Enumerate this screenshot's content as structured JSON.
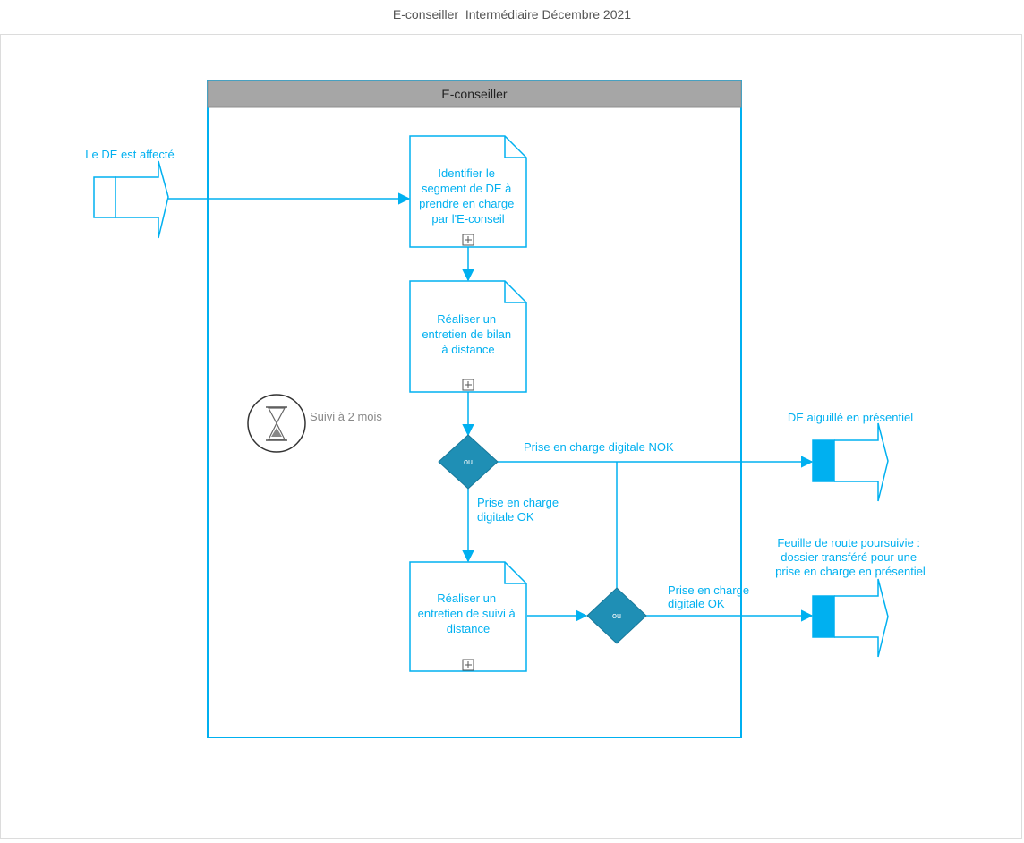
{
  "page": {
    "title": "E-conseiller_Intermédiaire Décembre 2021"
  },
  "colors": {
    "accent": "#00b0f0",
    "gateway": "#1f8fb5",
    "lane_header": "#a6a6a6"
  },
  "lane": {
    "title": "E-conseiller"
  },
  "inputs": {
    "start": "Le DE est affecté"
  },
  "tasks": {
    "identify": [
      "Identifier le",
      "segment de DE à",
      "prendre en charge",
      "par l'E-conseil"
    ],
    "bilan": [
      "Réaliser un",
      "entretien de bilan",
      "à distance"
    ],
    "suivi": [
      "Réaliser un",
      "entretien de suivi à",
      "distance"
    ]
  },
  "gateways": {
    "g1": "ou",
    "g2": "ou"
  },
  "timer": {
    "icon": "hourglass-icon",
    "label": "Suivi à 2 mois"
  },
  "flows": {
    "nok": "Prise en charge digitale NOK",
    "ok1": [
      "Prise en charge",
      "digitale OK"
    ],
    "ok2": [
      "Prise en charge",
      "digitale OK"
    ]
  },
  "outputs": {
    "presentiel": "DE aiguillé en présentiel",
    "feuille": [
      "Feuille de route poursuivie :",
      "dossier transféré pour une",
      "prise en charge en présentiel"
    ]
  }
}
